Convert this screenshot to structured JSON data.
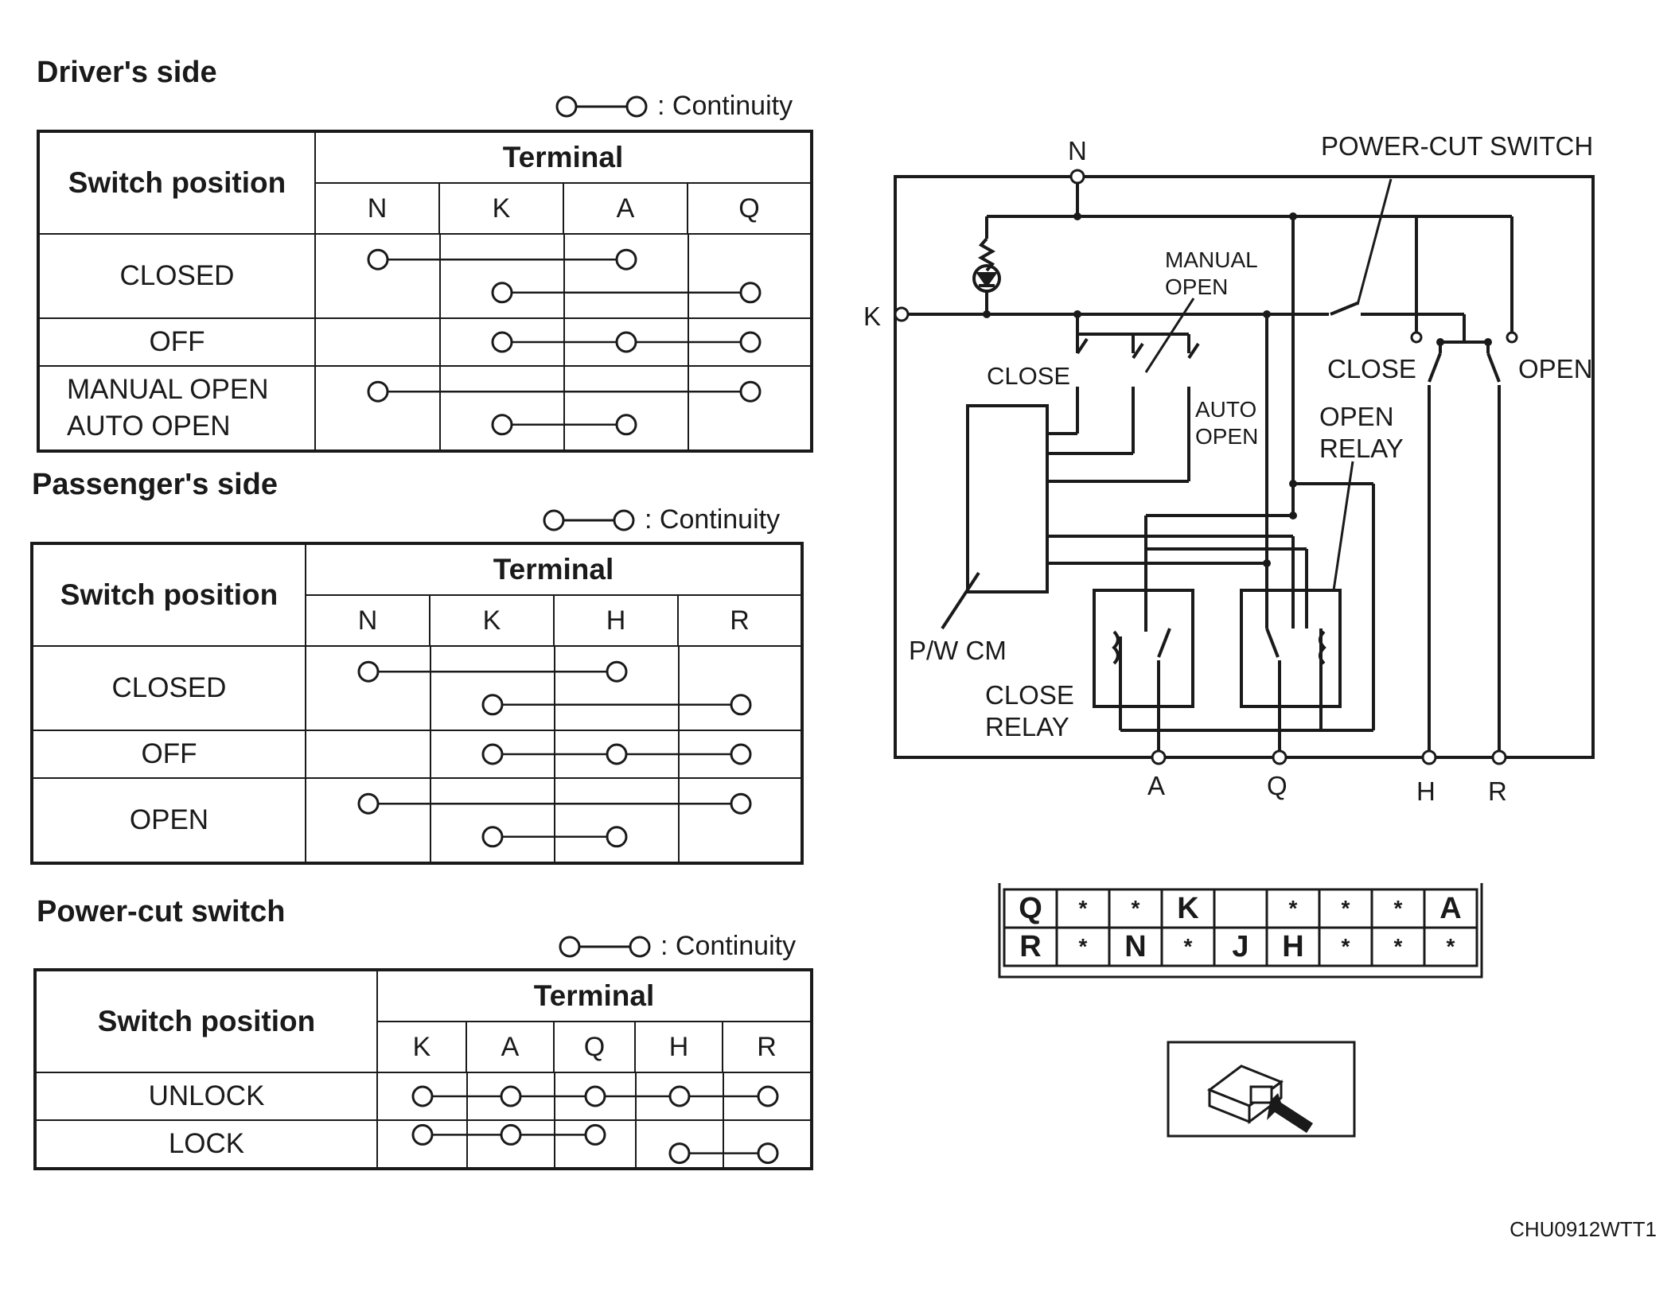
{
  "legend_text": ": Continuity",
  "tables": [
    {
      "title": "Driver's side",
      "switch_header": "Switch position",
      "terminal_header": "Terminal",
      "columns": [
        "N",
        "K",
        "A",
        "Q"
      ],
      "rows": [
        {
          "label": "CLOSED",
          "connections": [
            [
              0,
              2
            ],
            [
              1,
              3
            ]
          ]
        },
        {
          "label": "OFF",
          "connections": [
            [
              1,
              2,
              3
            ]
          ]
        },
        {
          "label": "MANUAL OPEN\nAUTO OPEN",
          "connections": [
            [
              0,
              3
            ],
            [
              1,
              2
            ]
          ]
        }
      ]
    },
    {
      "title": "Passenger's side",
      "switch_header": "Switch position",
      "terminal_header": "Terminal",
      "columns": [
        "N",
        "K",
        "H",
        "R"
      ],
      "rows": [
        {
          "label": "CLOSED",
          "connections": [
            [
              0,
              2
            ],
            [
              1,
              3
            ]
          ]
        },
        {
          "label": "OFF",
          "connections": [
            [
              1,
              2,
              3
            ]
          ]
        },
        {
          "label": "OPEN",
          "connections": [
            [
              0,
              3
            ],
            [
              1,
              2
            ]
          ]
        }
      ]
    },
    {
      "title": "Power-cut switch",
      "switch_header": "Switch position",
      "terminal_header": "Terminal",
      "columns": [
        "K",
        "A",
        "Q",
        "H",
        "R"
      ],
      "rows": [
        {
          "label": "UNLOCK",
          "connections": [
            [
              0,
              1,
              2,
              3,
              4
            ]
          ]
        },
        {
          "label": "LOCK",
          "connections": [
            [
              0,
              1,
              2
            ],
            [
              3,
              4
            ]
          ]
        }
      ]
    }
  ],
  "diagram": {
    "terminal_labels": {
      "N": "N",
      "K": "K",
      "A": "A",
      "Q": "Q",
      "H": "H",
      "R": "R"
    },
    "labels": {
      "power_cut_switch": "POWER-CUT SWITCH",
      "manual_open": "MANUAL\nOPEN",
      "close_left": "CLOSE",
      "auto_open": "AUTO\nOPEN",
      "close_right": "CLOSE",
      "open_right": "OPEN",
      "open_relay": "OPEN\nRELAY",
      "pwcm": "P/W CM",
      "close_relay": "CLOSE\nRELAY"
    }
  },
  "connector": {
    "rows": [
      [
        "Q",
        "*",
        "*",
        "K",
        "",
        "*",
        "*",
        "*",
        "A"
      ],
      [
        "R",
        "*",
        "N",
        "*",
        "J",
        "H",
        "*",
        "*",
        "*"
      ]
    ]
  },
  "figure_code": "CHU0912WTT1"
}
